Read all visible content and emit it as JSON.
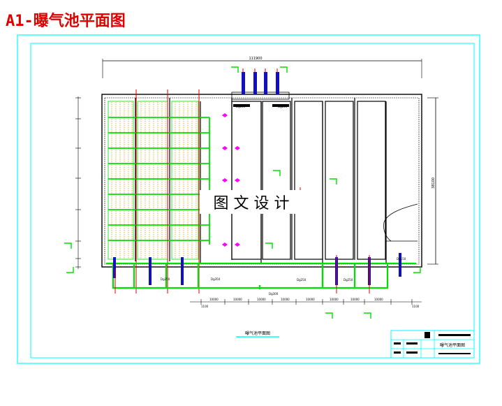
{
  "page": {
    "title": "A1-曝气池平面图"
  },
  "drawing": {
    "overall_dimension": "111900",
    "right_dimension": "38100",
    "watermark": "图 文 设 计",
    "caption": "曝气池平面图",
    "title_block_name": "曝气池平面图",
    "pipe_labels": [
      "Dg150",
      "Dg250",
      "Dg250",
      "Dg350",
      "Dg250",
      "Dg300",
      "Dg250",
      "Dg150"
    ],
    "bottom_dimensions": [
      "1100",
      "10000",
      "10000",
      "10000",
      "10000",
      "10000",
      "10000",
      "10000",
      "10000",
      "1100"
    ]
  },
  "colors": {
    "frame": "#00ffff",
    "walls": "#000000",
    "pipes": "#00e000",
    "risers": "#1010c0",
    "headers": "#e00000",
    "valves": "#ff00ff",
    "title": "#e00000"
  }
}
